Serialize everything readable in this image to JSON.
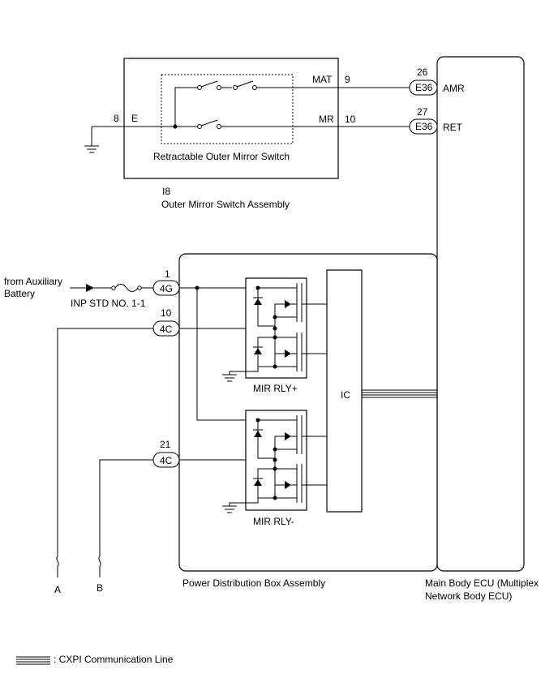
{
  "switch_assembly": {
    "inner_label": "Retractable Outer Mirror Switch",
    "connector_id": "I8",
    "name": "Outer Mirror Switch Assembly",
    "pin_e_label": "E",
    "pin_e_number": "8",
    "pin_mat_label": "MAT",
    "pin_mat_number": "9",
    "pin_mr_label": "MR",
    "pin_mr_number": "10"
  },
  "ecu": {
    "name_line1": "Main Body ECU (Multiplex",
    "name_line2": "Network Body ECU)",
    "conn1_pin": "26",
    "conn1_id": "E36",
    "conn1_signal": "AMR",
    "conn2_pin": "27",
    "conn2_id": "E36",
    "conn2_signal": "RET"
  },
  "pdb": {
    "name": "Power Distribution Box Assembly",
    "ic_label": "IC",
    "relay_plus": "MIR RLY+",
    "relay_minus": "MIR RLY-",
    "conn_4g_pin": "1",
    "conn_4g_id": "4G",
    "conn_4c_a_pin": "10",
    "conn_4c_a_id": "4C",
    "conn_4c_b_pin": "21",
    "conn_4c_b_id": "4C"
  },
  "power_source": {
    "line1": "from Auxiliary",
    "line2": "Battery",
    "fuse": "INP STD NO. 1-1"
  },
  "terminals": {
    "a": "A",
    "b": "B"
  },
  "legend": {
    "cxpi": ": CXPI Communication Line"
  }
}
